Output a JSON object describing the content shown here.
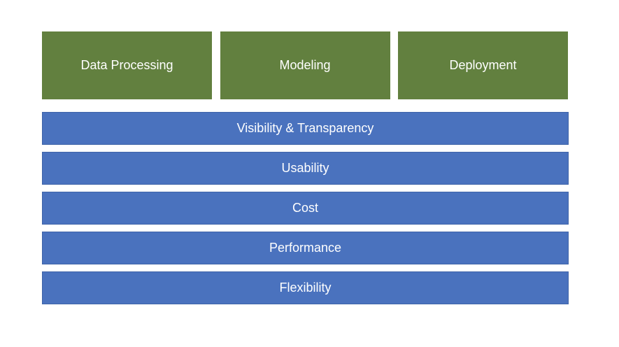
{
  "colors": {
    "stage_fill": "#62803f",
    "layer_fill": "#4a72be"
  },
  "stages": [
    {
      "label": "Data Processing"
    },
    {
      "label": "Modeling"
    },
    {
      "label": "Deployment"
    }
  ],
  "layers": [
    {
      "label": "Visibility & Transparency"
    },
    {
      "label": "Usability"
    },
    {
      "label": "Cost"
    },
    {
      "label": "Performance"
    },
    {
      "label": "Flexibility"
    }
  ]
}
